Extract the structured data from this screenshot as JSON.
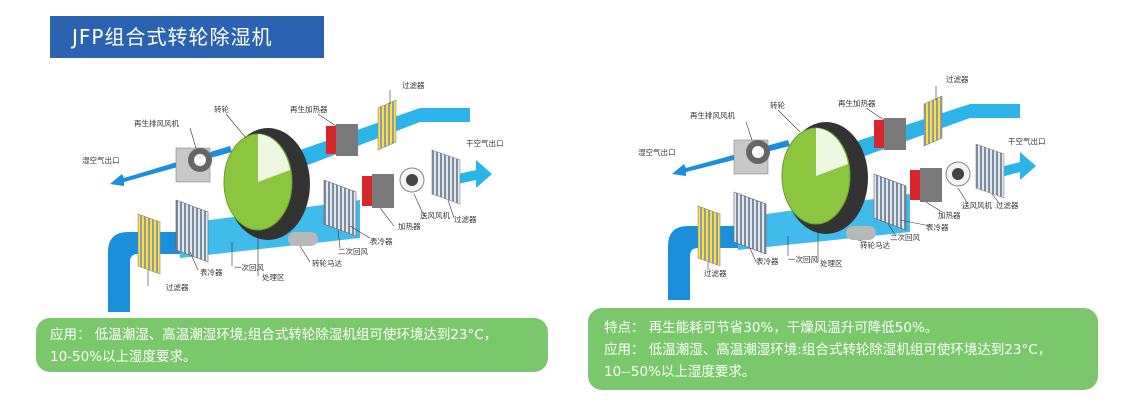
{
  "title": "JFP组合式转轮除湿机",
  "labels": {
    "regen_exhaust_fan": "再生排风风机",
    "rotor": "转轮",
    "regen_heater": "再生加热器",
    "filter": "过滤器",
    "wet_air_out": "湿空气出口",
    "dry_air_out": "干空气出口",
    "heater": "加热器",
    "supply_fan": "送风风机",
    "cooling_coil": "表冷器",
    "secondary_return": "二次回风",
    "rotor_motor": "转轮马达",
    "primary_return": "一次回风",
    "process_zone": "处理区"
  },
  "left_panel": {
    "line1": "应用： 低温潮湿、高温潮湿环境;组合式转轮除湿机组可使环境达到23°C，",
    "line2": "10-50%以上湿度要求。"
  },
  "right_panel": {
    "line1": "特点： 再生能耗可节省30%，干燥风温升可降低50%。",
    "line2": "应用： 低温潮湿、高温潮湿环境:组合式转轮除湿机组可使环境达到23°C，",
    "line3": "10--50%以上湿度要求。"
  },
  "colors": {
    "title_bg": "#2b63b0",
    "panel_bg": "#7bc86c",
    "air_stream": "#1aa0e0",
    "rotor_face": "#8cc63f",
    "heater_red": "#d9262c"
  }
}
